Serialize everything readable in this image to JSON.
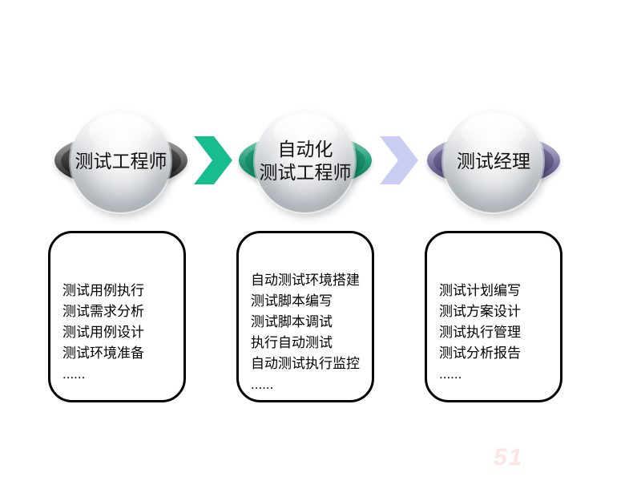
{
  "flow": {
    "nodes": [
      {
        "id": "test-engineer",
        "lines": [
          "测试工程师"
        ],
        "accent_top": "#b7b7b7",
        "accent_mid": "#6e6e6e",
        "accent_dark": "#1c1c1c"
      },
      {
        "id": "automation-test-engineer",
        "lines": [
          "自动化",
          "测试工程师"
        ],
        "accent_top": "#8fd4ba",
        "accent_mid": "#2fa583",
        "accent_dark": "#0c7d5a"
      },
      {
        "id": "test-manager",
        "lines": [
          "测试经理"
        ],
        "accent_top": "#cdc9e4",
        "accent_mid": "#8d86b4",
        "accent_dark": "#4b4470"
      }
    ],
    "arrows": [
      {
        "color": "#17bd8e"
      },
      {
        "color": "#c9cdf1"
      }
    ]
  },
  "boxes": [
    {
      "items": [
        "测试用例执行",
        "测试需求分析",
        "测试用例设计",
        "测试环境准备",
        "......"
      ]
    },
    {
      "items": [
        "自动测试环境搭建",
        "测试脚本编写",
        "测试脚本调试",
        "执行自动测试",
        "自动测试执行监控",
        "......"
      ]
    },
    {
      "items": [
        "测试计划编写",
        "测试方案设计",
        "测试执行管理",
        "测试分析报告",
        "......"
      ]
    }
  ],
  "watermark": {
    "text": "51"
  }
}
